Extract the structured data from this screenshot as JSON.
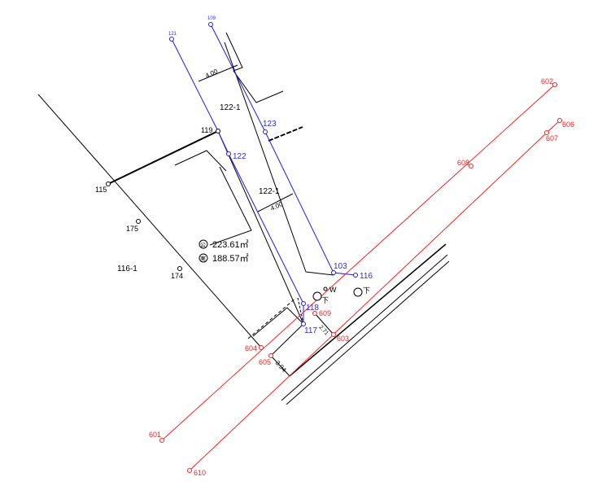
{
  "points": {
    "p121": "121",
    "p109": "109",
    "p119": "119",
    "p122": "122",
    "p123": "123",
    "p103": "103",
    "p116": "116",
    "p118": "118",
    "p117": "117",
    "p115": "115",
    "p175": "175",
    "p174": "174",
    "p604": "604",
    "p605": "605",
    "p609": "609",
    "p603": "603",
    "p608": "608",
    "p602": "602",
    "p606": "606",
    "p607": "607",
    "p601": "601",
    "p610": "610"
  },
  "parcels": {
    "upper": "122-1",
    "middle": "122-1",
    "left": "116-1"
  },
  "dimensions": {
    "top": "4.00",
    "middle": "4.00",
    "d271": "2.71",
    "d394": "3.94"
  },
  "areas": {
    "public_mark": "公",
    "public_value": "223.61㎡",
    "actual_mark": "実",
    "actual_value": "188.57㎡"
  },
  "manholes": {
    "w": "W",
    "f1": "下",
    "f2": "下"
  },
  "colors": {
    "boundary": "#000000",
    "blue": "#1a1aff",
    "red": "#ff2020"
  }
}
